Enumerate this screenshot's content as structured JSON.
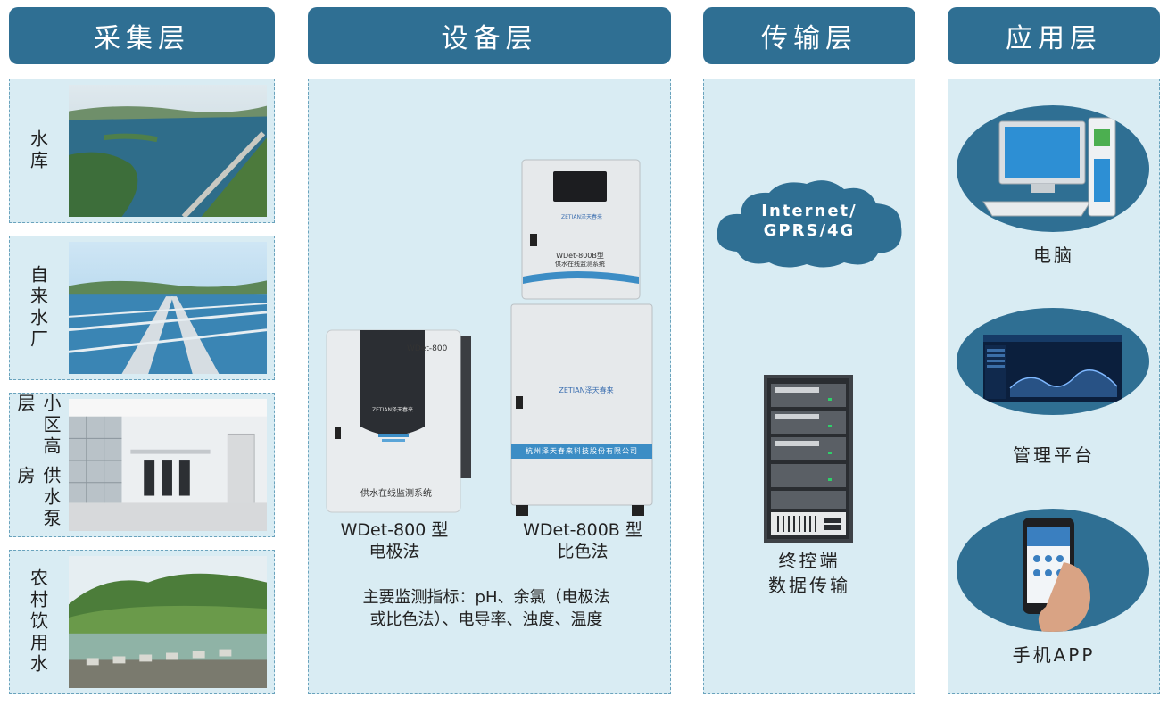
{
  "headers": {
    "collect": "采集层",
    "device": "设备层",
    "transport": "传输层",
    "application": "应用层"
  },
  "collect_rows": [
    {
      "label": "水库"
    },
    {
      "label": "自来水厂"
    },
    {
      "label_a": "供水泵房",
      "label_b": "小区高层"
    },
    {
      "label": "农村饮用水"
    }
  ],
  "devices": {
    "left": {
      "model_line": "WDet-800 型",
      "method_line": "电极法",
      "panel_model": "WDet-800",
      "panel_text": "供水在线监测系统",
      "brand": "ZETIAN泽天春来"
    },
    "right": {
      "model_line": "WDet-800B 型",
      "method_line": "比色法",
      "top_model": "WDet-800B型",
      "top_text": "供水在线监测系统",
      "brand": "ZETIAN泽天春来",
      "company": "杭州泽天春来科技股份有限公司"
    },
    "note_line1": "主要监测指标：pH、余氯（电极法",
    "note_line2": "或比色法）、电导率、浊度、温度"
  },
  "transport": {
    "cloud_line1": "Internet/",
    "cloud_line2": "GPRS/4G",
    "server_line1": "终控端",
    "server_line2": "数据传输"
  },
  "application": {
    "items": [
      {
        "label": "电脑"
      },
      {
        "label": "管理平台"
      },
      {
        "label": "手机APP"
      }
    ]
  },
  "colors": {
    "header_bg": "#2f6f93",
    "panel_bg": "#d9ecf3",
    "panel_border": "#6aa3bd"
  }
}
